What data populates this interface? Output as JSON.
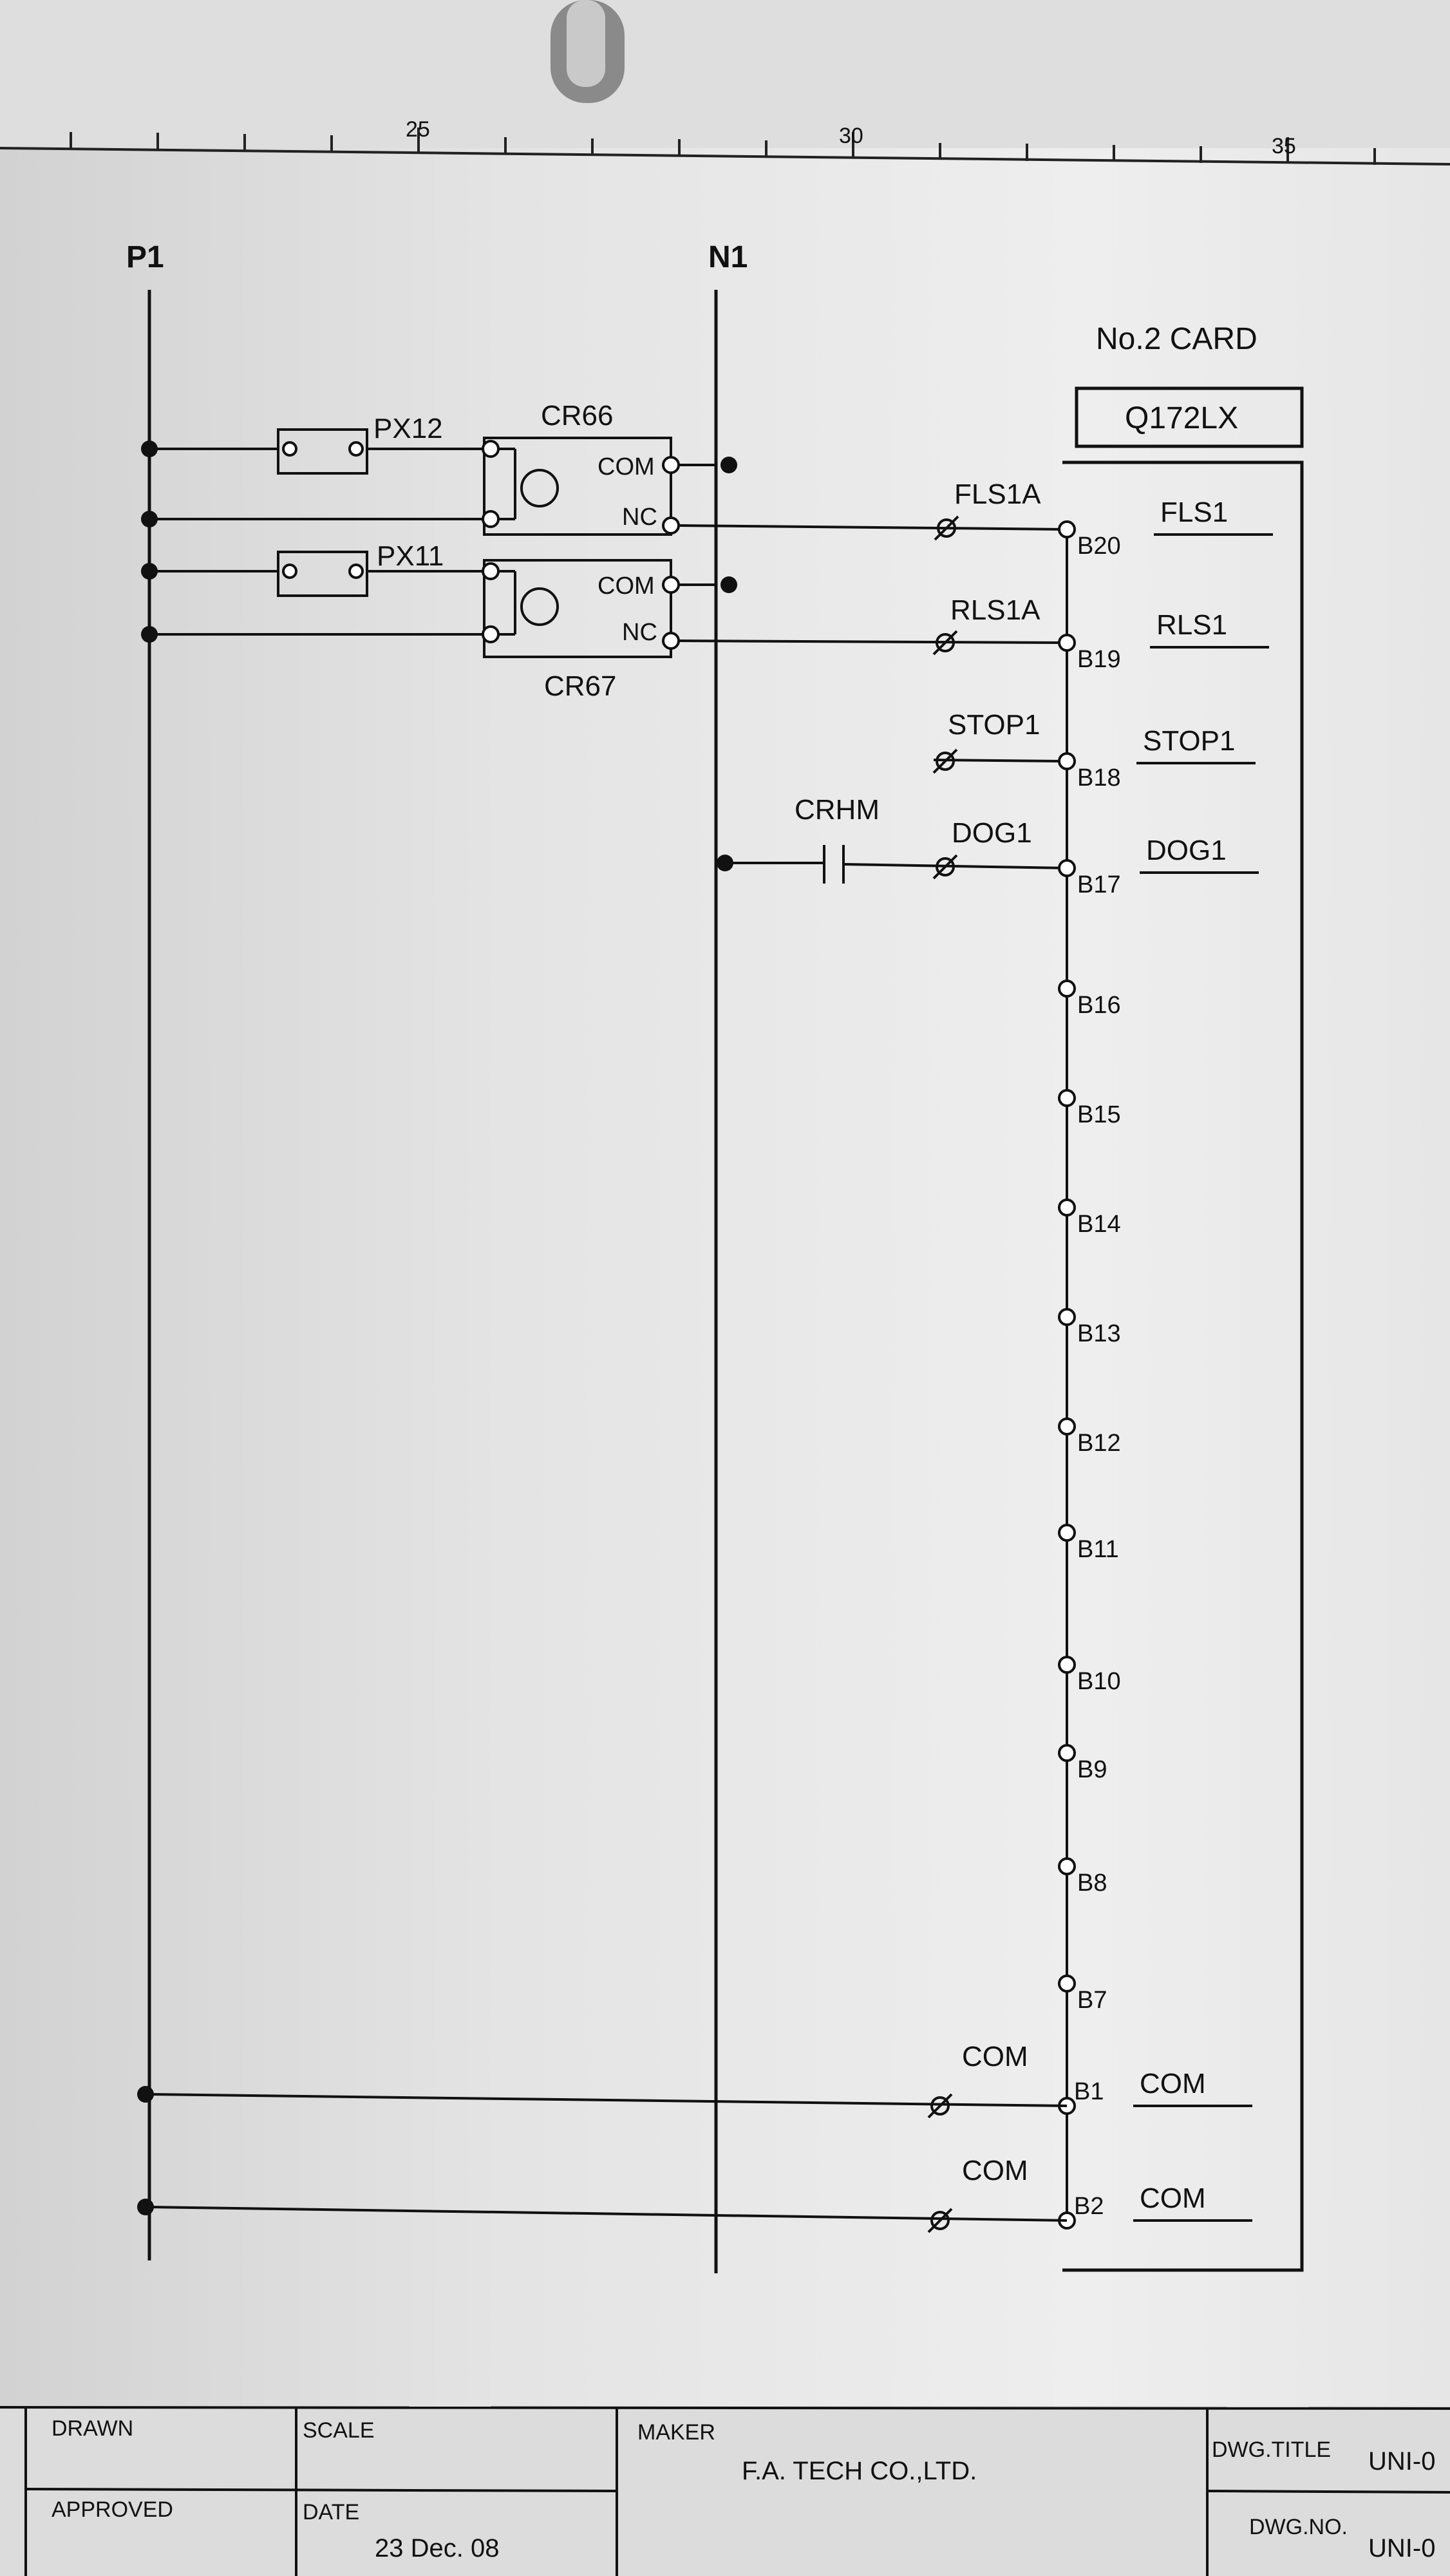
{
  "ruler": {
    "marks": [
      "25",
      "30",
      "35"
    ]
  },
  "rails": {
    "left": "P1",
    "right": "N1"
  },
  "card": {
    "title": "No.2 CARD",
    "model": "Q172LX"
  },
  "switches": [
    {
      "name": "PX12"
    },
    {
      "name": "PX11"
    }
  ],
  "relays": [
    {
      "name": "CR66",
      "com": "COM",
      "nc": "NC"
    },
    {
      "name": "CR67",
      "com": "COM",
      "nc": "NC"
    }
  ],
  "contact": {
    "name": "CRHM"
  },
  "inputs": [
    {
      "wire": "FLS1A",
      "terminal": "B20",
      "signal": "FLS1"
    },
    {
      "wire": "RLS1A",
      "terminal": "B19",
      "signal": "RLS1"
    },
    {
      "wire": "STOP1",
      "terminal": "B18",
      "signal": "STOP1"
    },
    {
      "wire": "DOG1",
      "terminal": "B17",
      "signal": "DOG1"
    }
  ],
  "spare_terminals": [
    "B16",
    "B15",
    "B14",
    "B13",
    "B12",
    "B11",
    "B10",
    "B9",
    "B8",
    "B7"
  ],
  "commons": [
    {
      "wire": "COM",
      "terminal": "B1",
      "signal": "COM"
    },
    {
      "wire": "COM",
      "terminal": "B2",
      "signal": "COM"
    }
  ],
  "title_block": {
    "drawn_label": "DRAWN",
    "approved_label": "APPROVED",
    "scale_label": "SCALE",
    "date_label": "DATE",
    "date_value": "23 Dec. 08",
    "maker_label": "MAKER",
    "maker_value": "F.A. TECH CO.,LTD.",
    "dwg_title_label": "DWG.TITLE",
    "dwg_title_value": "UNI-0",
    "dwg_no_label": "DWG.NO.",
    "dwg_no_value": "UNI-0"
  }
}
